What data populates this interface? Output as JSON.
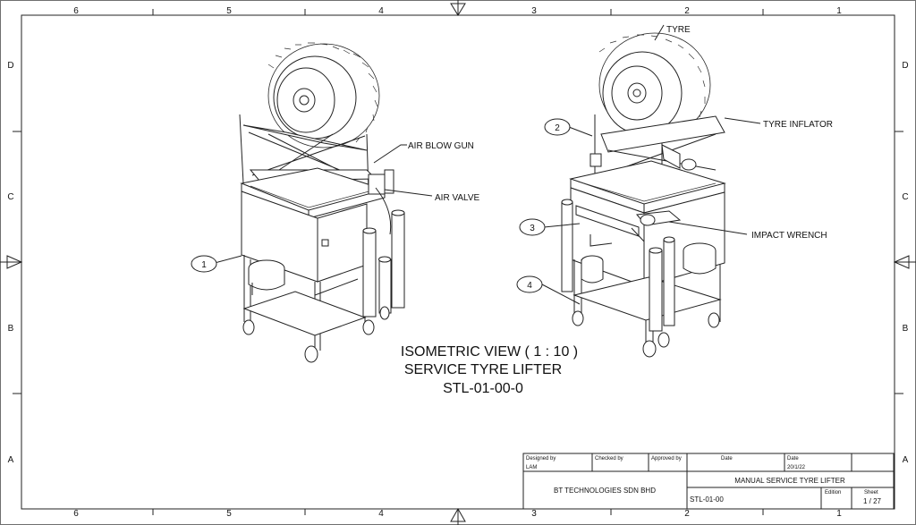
{
  "border": {
    "columns": [
      "6",
      "5",
      "4",
      "3",
      "2",
      "1"
    ],
    "rows": [
      "D",
      "C",
      "B",
      "A"
    ]
  },
  "callouts": {
    "air_blow_gun": "AIR BLOW GUN",
    "air_valve": "AIR VALVE",
    "tyre": "TYRE",
    "tyre_inflator": "TYRE INFLATOR",
    "impact_wrench": "IMPACT WRENCH"
  },
  "balloons": [
    "1",
    "2",
    "3",
    "4"
  ],
  "view_title": {
    "line1": "ISOMETRIC VIEW ( 1 : 10 )",
    "line2": "SERVICE TYRE LIFTER",
    "line3": "STL-01-00-0"
  },
  "title_block": {
    "designed_by_label": "Designed by",
    "designed_by": "LAM",
    "checked_by_label": "Checked by",
    "approved_by_label": "Approved by",
    "date_label_1": "Date",
    "date_label_2": "Date",
    "date": "20/1/22",
    "company": "BT TECHNOLOGIES SDN BHD",
    "title": "MANUAL SERVICE TYRE LIFTER",
    "part_no": "STL-01-00",
    "edition_label": "Edition",
    "sheet_label": "Sheet",
    "sheet": "1 / 27"
  }
}
